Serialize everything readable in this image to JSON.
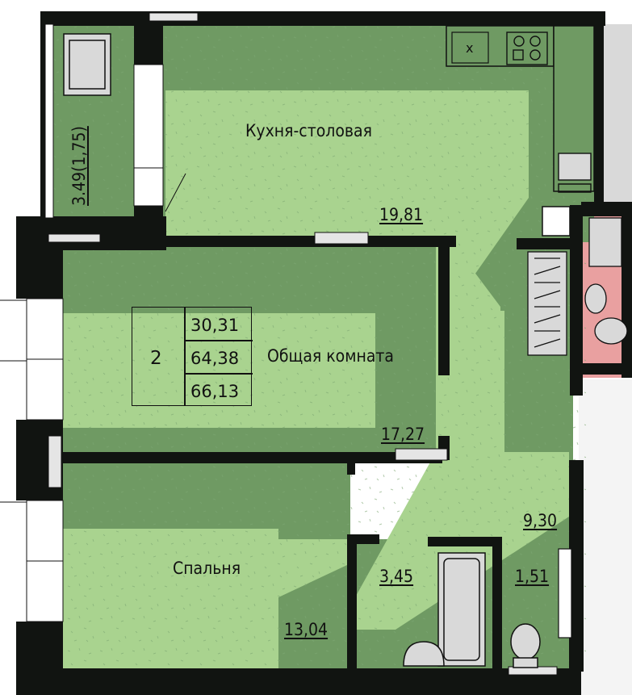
{
  "colors": {
    "wall": "#111411",
    "dark_green": "#6f9a63",
    "light_green": "#a9d38f",
    "bathroom_pink": "#e9a0a0",
    "neighbor_gray": "#d3d3d3",
    "fixture_gray": "#d9d9d9"
  },
  "rooms": {
    "kitchen": {
      "name": "Кухня-столовая",
      "area": "19,81"
    },
    "living": {
      "name": "Общая комната",
      "area": "17,27"
    },
    "bedroom": {
      "name": "Спальня",
      "area": "13,04"
    },
    "hall": {
      "area": "9,30"
    },
    "bathroom": {
      "area": "3,45"
    },
    "toilet": {
      "area": "1,51"
    },
    "balcony": {
      "area": "3.49(1,75)"
    }
  },
  "summary": {
    "rooms_count": "2",
    "living_area": "30,31",
    "total_area": "64,38",
    "total_area_with_balcony": "66,13"
  }
}
